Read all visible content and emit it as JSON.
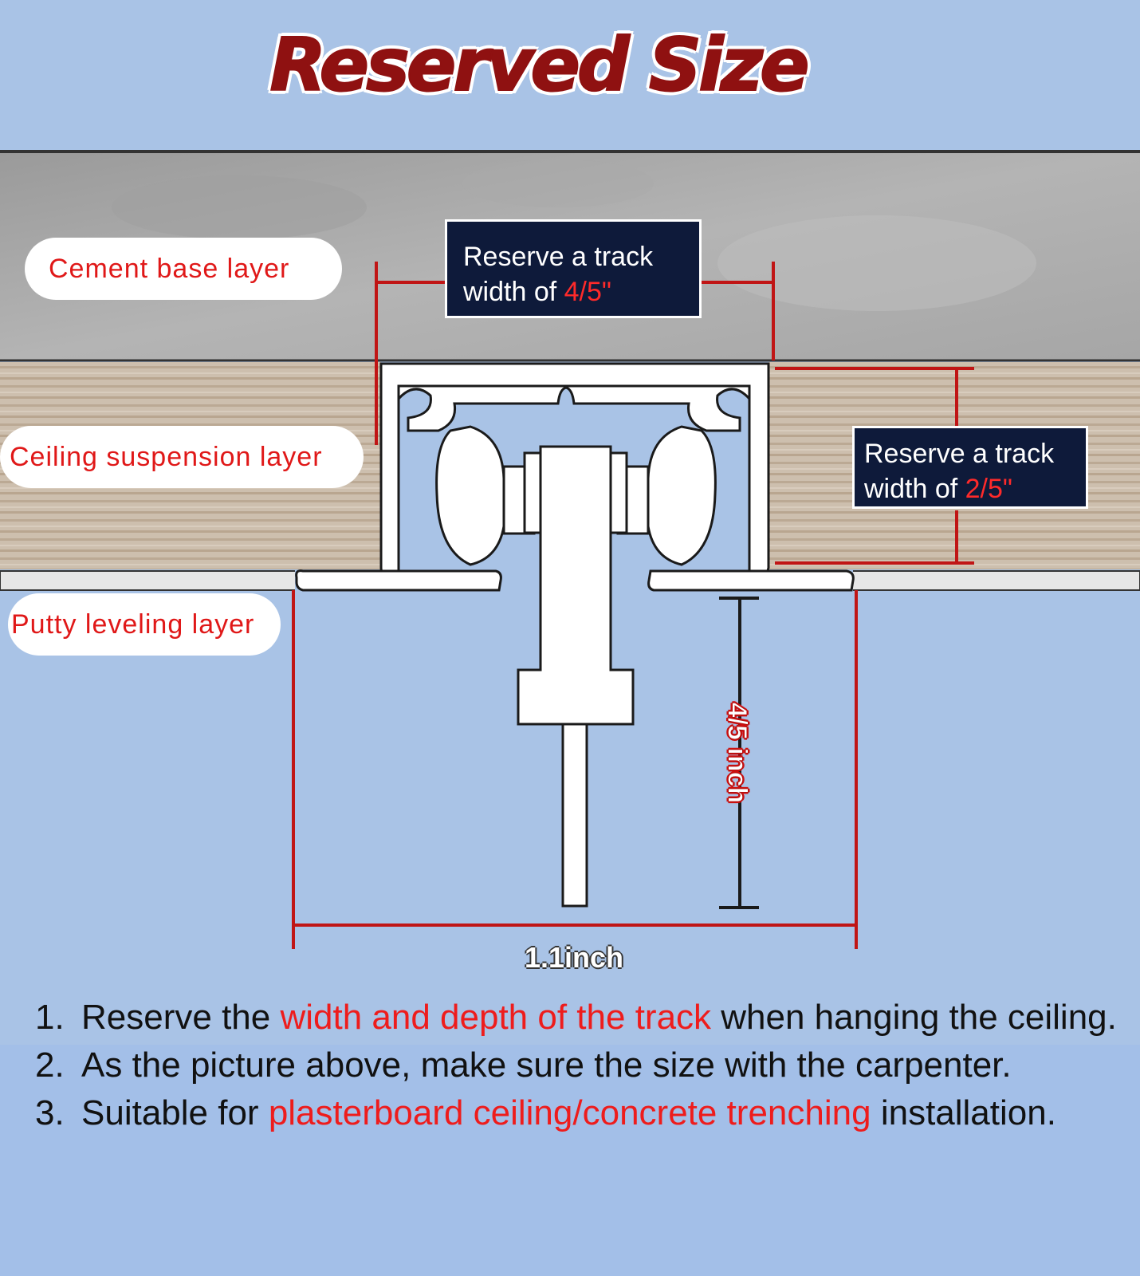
{
  "title": "Reserved Size",
  "labels": {
    "cement": "Cement base layer",
    "ceiling": "Ceiling suspension layer",
    "putty": "Putty leveling layer"
  },
  "callouts": {
    "top": {
      "text": "Reserve a track width of ",
      "value": "4/5\""
    },
    "right": {
      "text": "Reserve a track width of ",
      "value": "2/5\""
    }
  },
  "dimensions": {
    "vertical": "4/5 inch",
    "horizontal": "1.1inch"
  },
  "notes": [
    {
      "num": "1.",
      "pre": "Reserve the ",
      "highlight": "width and depth of the track",
      "post": " when hanging the ceiling."
    },
    {
      "num": "2.",
      "pre": "As the picture above, make sure the size with the carpenter.",
      "highlight": "",
      "post": ""
    },
    {
      "num": "3.",
      "pre": "Suitable for ",
      "highlight": "plasterboard ceiling/concrete trenching",
      "post": " installation."
    }
  ],
  "colors": {
    "background": "#a9c3e6",
    "highlight": "#ee1c1c",
    "title": "#8f1111",
    "callout_bg": "#0e1a3a"
  }
}
